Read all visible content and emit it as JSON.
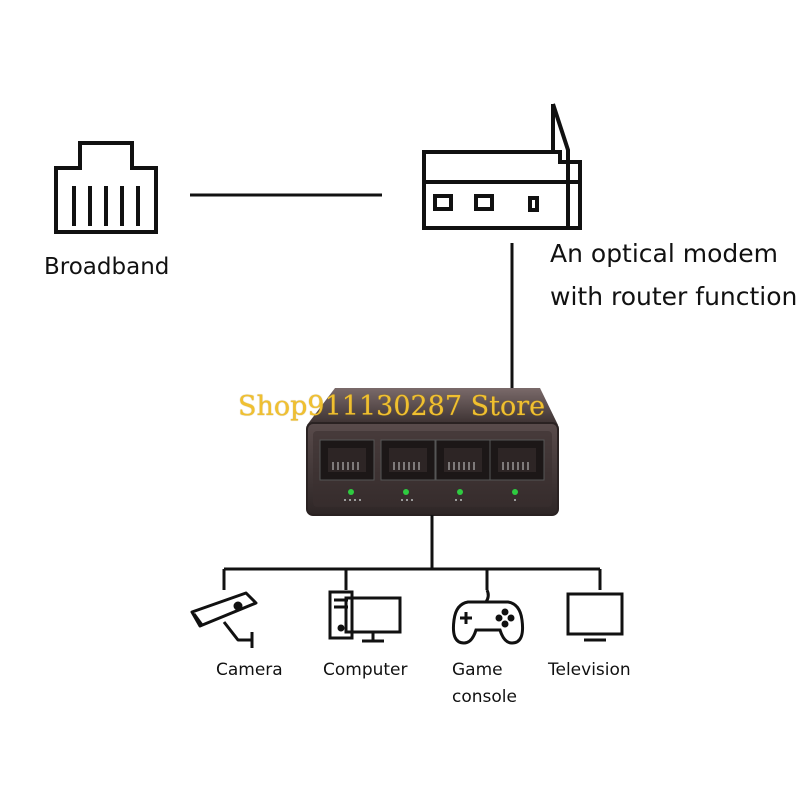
{
  "labels": {
    "broadband": "Broadband",
    "modem_line1": "An optical modem",
    "modem_line2": "with router function"
  },
  "devices": [
    {
      "label": "Camera",
      "icon": "cctv-camera-icon"
    },
    {
      "label": "Computer",
      "icon": "desktop-computer-icon"
    },
    {
      "label": "Game",
      "label2": "console",
      "icon": "gamepad-icon"
    },
    {
      "label": "Television",
      "icon": "tv-monitor-icon"
    }
  ],
  "watermark": "Shop911130287 Store",
  "switch": {
    "ports": 4,
    "led_color": "#2ecc40",
    "body_color": "#4a3f3f"
  }
}
